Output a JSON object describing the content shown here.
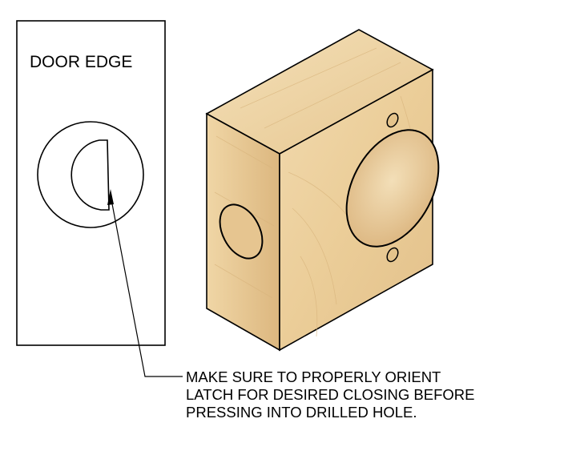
{
  "door_edge_panel": {
    "label": "DOOR EDGE"
  },
  "callout": {
    "lines": [
      "MAKE SURE TO PROPERLY ORIENT",
      "LATCH FOR DESIRED CLOSING BEFORE",
      "PRESSING INTO DRILLED HOLE."
    ]
  },
  "colors": {
    "line": "#000000",
    "wood_light": "#f2dcb0",
    "wood_mid": "#e8c993",
    "wood_dark": "#d9b37a"
  }
}
